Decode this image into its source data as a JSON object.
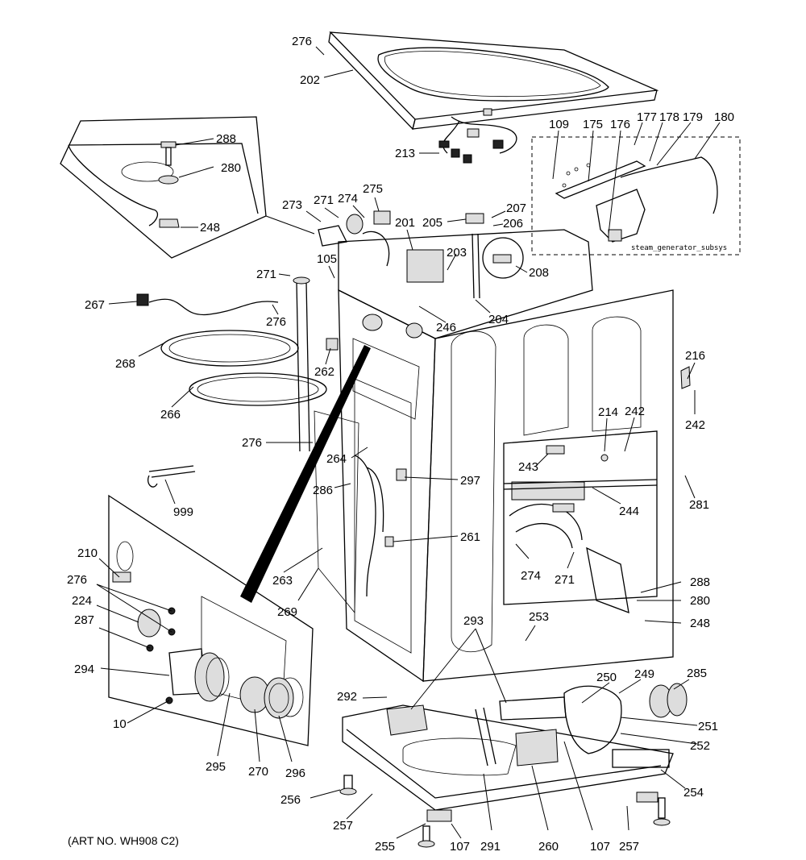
{
  "art_number": "(ART NO. WH908 C2)",
  "subassembly_label": "steam_generator_subsys",
  "callouts": [
    "276",
    "202",
    "213",
    "109",
    "175",
    "176",
    "177",
    "178",
    "179",
    "180",
    "288",
    "280",
    "248",
    "273",
    "271",
    "274",
    "275",
    "201",
    "205",
    "207",
    "206",
    "203",
    "208",
    "105",
    "271",
    "267",
    "276",
    "246",
    "204",
    "268",
    "262",
    "266",
    "216",
    "214",
    "242",
    "242",
    "276",
    "264",
    "243",
    "297",
    "999",
    "286",
    "281",
    "244",
    "261",
    "210",
    "276",
    "224",
    "263",
    "274",
    "271",
    "288",
    "287",
    "269",
    "280",
    "293",
    "253",
    "248",
    "250",
    "249",
    "285",
    "294",
    "292",
    "10",
    "251",
    "295",
    "270",
    "296",
    "252",
    "254",
    "256",
    "257",
    "255",
    "107",
    "291",
    "260",
    "107",
    "257"
  ]
}
